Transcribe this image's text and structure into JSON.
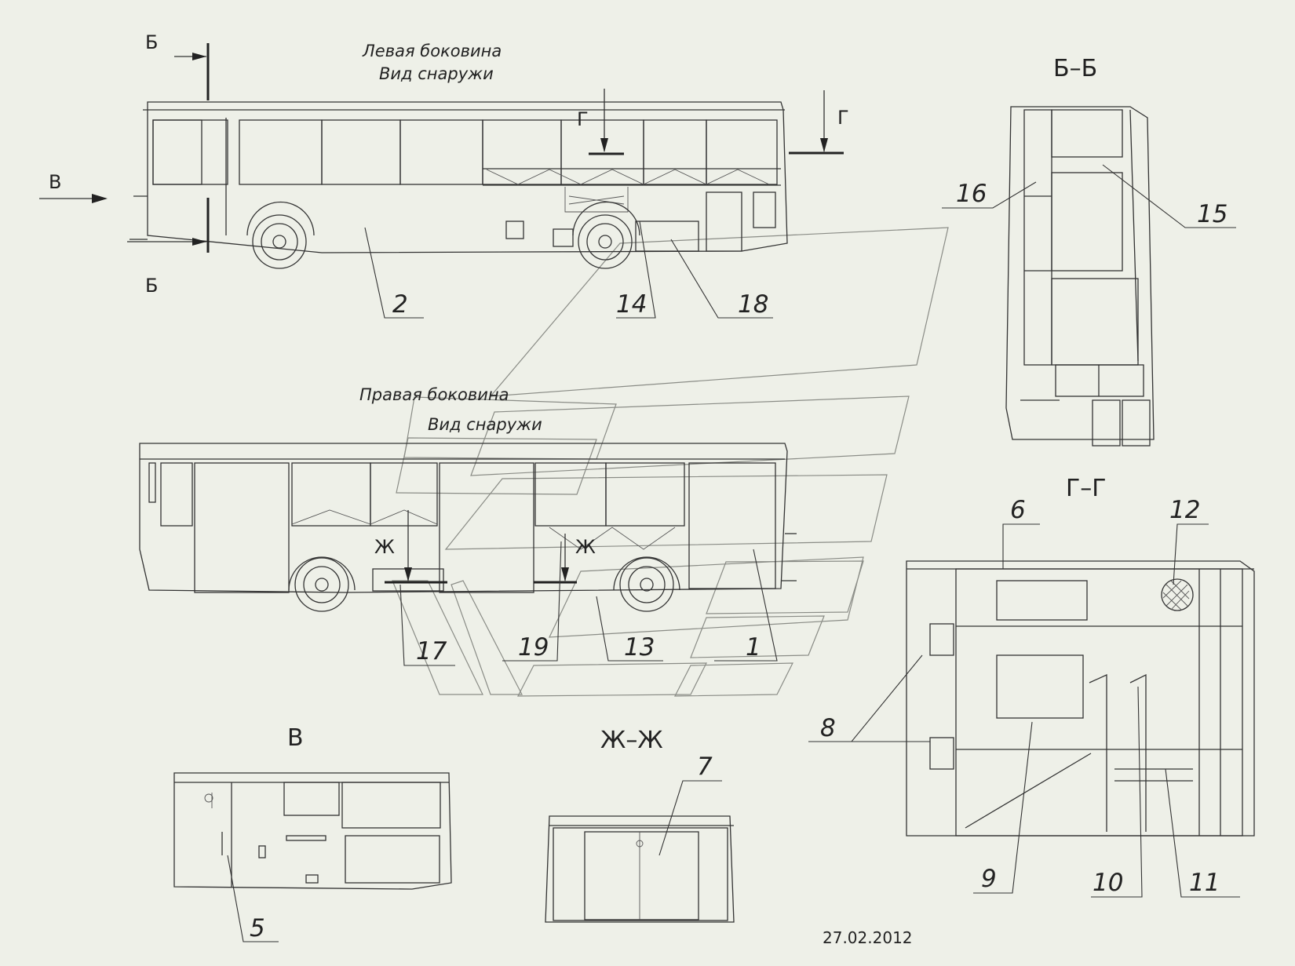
{
  "titles": {
    "left_side_1": "Левая боковина",
    "left_side_2": "Вид снаружи",
    "right_side_1": "Правая боковина",
    "right_side_2": "Вид снаружи"
  },
  "section_marks": {
    "b": "Б",
    "g": "Г",
    "v": "В",
    "zh": "Ж",
    "bb": "Б–Б",
    "gg": "Г–Г",
    "zhzh": "Ж–Ж"
  },
  "callouts": [
    "1",
    "2",
    "5",
    "6",
    "7",
    "8",
    "9",
    "10",
    "11",
    "12",
    "13",
    "14",
    "15",
    "16",
    "17",
    "18",
    "19"
  ],
  "date": "27.02.2012",
  "colors": {
    "background": "#eef0e8",
    "lines": "#333333",
    "watermark": "#8a8c86"
  }
}
